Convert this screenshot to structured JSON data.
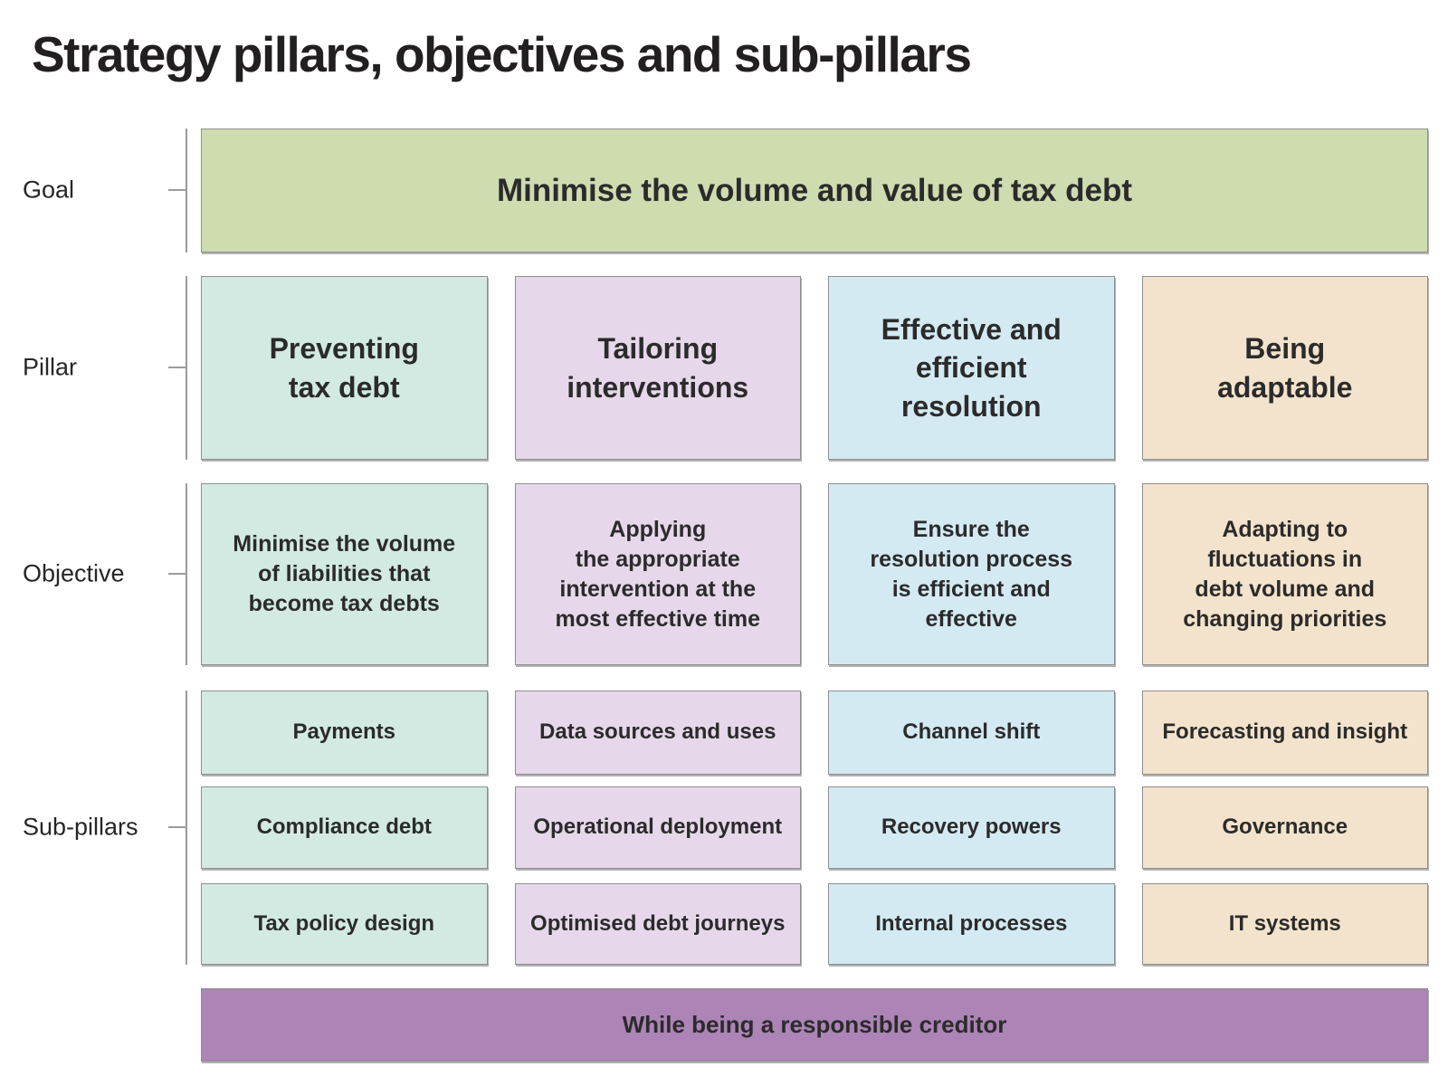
{
  "title": "Strategy pillars, objectives and sub-pillars",
  "row_labels": {
    "goal": "Goal",
    "pillar": "Pillar",
    "objective": "Objective",
    "sub_pillars": "Sub-pillars"
  },
  "goal_banner": {
    "text": "Minimise the volume and value of tax debt",
    "color": "#cedcb0"
  },
  "footer_banner": {
    "text": "While being a responsible creditor",
    "color": "#ac84b6"
  },
  "line_color": "#9c9c9c",
  "border_color": "#8e8e8e",
  "columns": [
    {
      "color": "#d2eae2",
      "pillar": "Preventing\ntax debt",
      "objective": "Minimise the volume\nof liabilities that\nbecome tax debts",
      "sub_pillars": [
        "Payments",
        "Compliance debt",
        "Tax policy design"
      ]
    },
    {
      "color": "#e6d8ea",
      "pillar": "Tailoring\ninterventions",
      "objective": "Applying\nthe appropriate\nintervention at the\nmost effective time",
      "sub_pillars": [
        "Data sources and uses",
        "Operational deployment",
        "Optimised debt journeys"
      ]
    },
    {
      "color": "#d4eaf3",
      "pillar": "Effective and\nefficient\nresolution",
      "objective": "Ensure the\nresolution process\nis efficient and\neffective",
      "sub_pillars": [
        "Channel shift",
        "Recovery powers",
        "Internal processes"
      ]
    },
    {
      "color": "#f4e3cc",
      "pillar": "Being\nadaptable",
      "objective": "Adapting to\nfluctuations in\ndebt volume and\nchanging priorities",
      "sub_pillars": [
        "Forecasting and insight",
        "Governance",
        "IT systems"
      ]
    }
  ]
}
